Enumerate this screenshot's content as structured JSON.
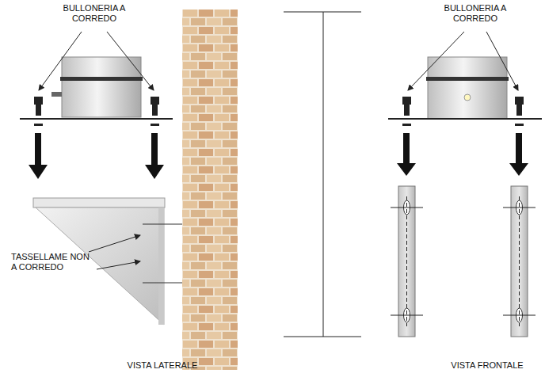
{
  "diagram": {
    "labels": [
      "BULLONERIA A CORREDO",
      "BULLONERIA A CORREDO",
      "TASSELLAME NON A CORREDO",
      "VISTA LATERALE",
      "VISTA FRONTALE"
    ]
  }
}
